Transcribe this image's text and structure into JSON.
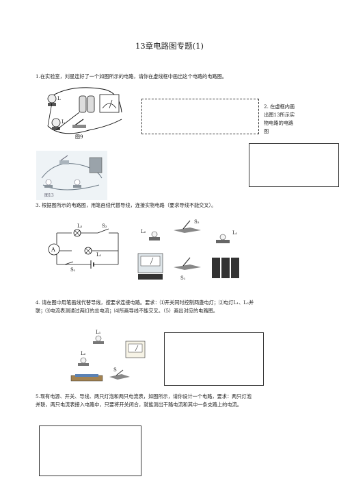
{
  "doc": {
    "title": "13章电路图专题(1)",
    "q1": "1.在实验室，刘星连好了一个如图所示的电路，请你在虚线框中画出这个电路的电路图。",
    "q1_fig": "图9",
    "q2": [
      "2. 在虚框内画",
      "出图13所示实",
      "物电路的电路",
      "图"
    ],
    "q2_fig": "图13",
    "q3": "3. 根据图所示的电路图，用笔画线代替导线，连接实物电路（要求导线不能交叉）。",
    "q3_labels": {
      "L2": "L₂",
      "S2": "S₂",
      "L1": "L₁",
      "A": "A",
      "S1": "S₁",
      "S2b": "S₂",
      "L1b": "L₁",
      "L2b": "L₂",
      "S1b": "S₁"
    },
    "q4": [
      "4. 请在图中用笔画线代替导线，按要求连接电路。要求：⑴开关同时控制两盏电灯；⑵电灯L₁、L₂并",
      "联；⑶电流表测通过两灯的总电流；⑷所画导线不能交叉。（5）画出对应的电路图。"
    ],
    "q4_labels": {
      "L1": "L₁",
      "L2": "L₂",
      "S": "S"
    },
    "q5": [
      "5.现有电源、开关、导线、两只灯泡和两只电流表，如图所示，请你设计一个电路，要求：两只灯泡",
      "并联，两只电流表接入电路中，只要将开关闭合，就能测出干路电流和其中一条支路上的电流。"
    ]
  }
}
